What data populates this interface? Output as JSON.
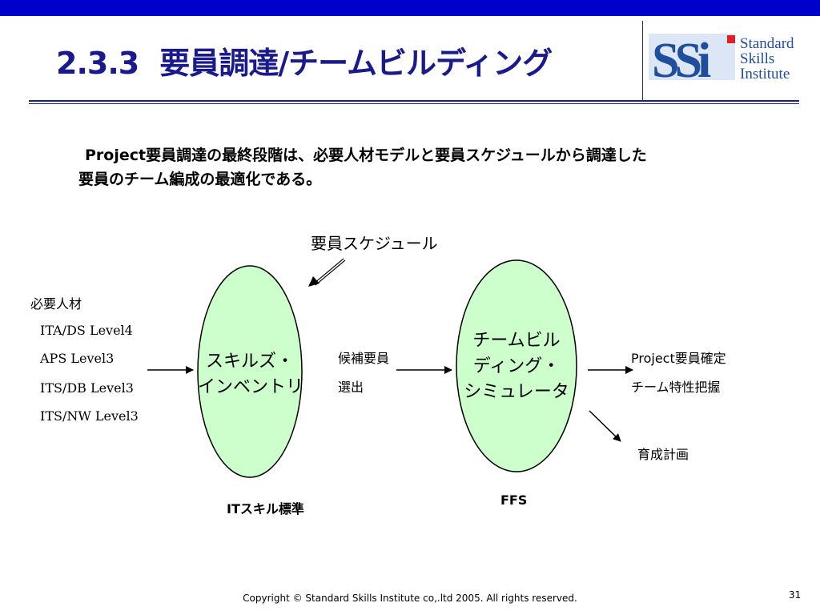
{
  "header": {
    "section_number": "2.3.3",
    "title": "要員調達/チームビルディング",
    "bar_color": "#0000cc",
    "title_color": "#1a1a8c"
  },
  "logo": {
    "mark": "SSi",
    "line1": "Standard",
    "line2": "Skills",
    "line3": "Institute"
  },
  "intro": {
    "line1": "Project要員調達の最終段階は、必要人材モデルと要員スケジュールから調達した",
    "line2": "要員のチーム編成の最適化である。"
  },
  "diagram": {
    "schedule_label": "要員スケジュール",
    "requirements": {
      "heading": "必要人材",
      "items": [
        "ITA/DS   Level4",
        "APS Level3",
        "ITS/DB   Level3",
        "ITS/NW Level3"
      ]
    },
    "skills_inventory": {
      "line1": "スキルズ・",
      "line2": "インベントリ",
      "caption": "ITスキル標準",
      "fill": "#ccffcc"
    },
    "candidate": {
      "line1": "候補要員",
      "line2": "選出"
    },
    "simulator": {
      "line1": "チームビル",
      "line2": "ディング・",
      "line3": "シミュレータ",
      "caption": "FFS",
      "fill": "#ccffcc"
    },
    "outputs": {
      "line1": "Project要員確定",
      "line2": "チーム特性把握",
      "training": "育成計画"
    }
  },
  "footer": {
    "copyright": "Copyright © Standard Skills Institute co,.ltd 2005. All rights reserved.",
    "page_number": "31"
  }
}
